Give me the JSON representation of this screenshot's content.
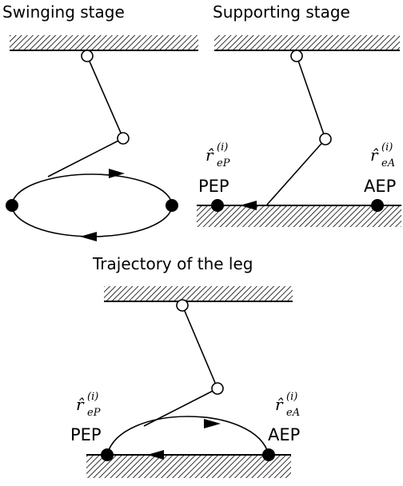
{
  "panels": {
    "swinging": {
      "title": "Swinging stage"
    },
    "supporting": {
      "title": "Supporting stage",
      "pep_label": "PEP",
      "aep_label": "AEP",
      "pep_sym": {
        "hat": "r̂",
        "sub": "eP",
        "sup": "(i)"
      },
      "aep_sym": {
        "hat": "r̂",
        "sub": "eA",
        "sup": "(i)"
      }
    },
    "trajectory": {
      "title": "Trajectory of the leg",
      "pep_label": "PEP",
      "aep_label": "AEP",
      "pep_sym": {
        "hat": "r̂",
        "sub": "eP",
        "sup": "(i)"
      },
      "aep_sym": {
        "hat": "r̂",
        "sub": "eA",
        "sup": "(i)"
      }
    }
  },
  "colors": {
    "ink": "#000000",
    "background": "#ffffff"
  }
}
